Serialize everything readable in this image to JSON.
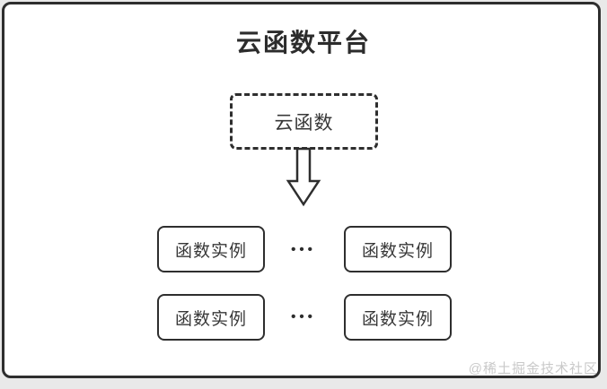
{
  "diagram": {
    "title": "云函数平台",
    "cloud_function_label": "云函数",
    "rows": [
      {
        "left": "函数实例",
        "dots": "•••",
        "right": "函数实例"
      },
      {
        "left": "函数实例",
        "dots": "•••",
        "right": "函数实例"
      }
    ]
  },
  "icons": {
    "down_arrow": "down-arrow"
  },
  "watermark": "@稀土掘金技术社区",
  "colors": {
    "border": "#2e2e2e",
    "title_text": "#2c2c2c",
    "box_text": "#383838",
    "dots": "#2d2d2d",
    "watermark_text": "#c9c9c9",
    "canvas_bg": "#ffffff",
    "page_bg": "#e9e9e9"
  }
}
